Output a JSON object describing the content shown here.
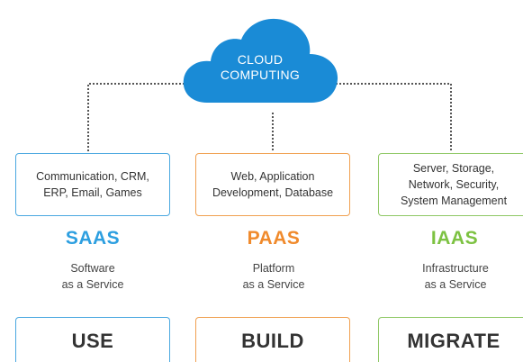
{
  "cloud": {
    "line1": "CLOUD",
    "line2": "COMPUTING",
    "color": "#1a8bd6"
  },
  "connector_color": "#555555",
  "columns": [
    {
      "id": "saas",
      "accent": "#2d9fe0",
      "border": "#4aa8e0",
      "description": [
        "Communication, CRM,",
        "ERP, Email, Games"
      ],
      "label": "SAAS",
      "subtitle": [
        "Software",
        "as a Service"
      ],
      "action": "USE"
    },
    {
      "id": "paas",
      "accent": "#f08a2c",
      "border": "#f0a050",
      "description": [
        "Web, Application",
        "Development, Database"
      ],
      "label": "PAAS",
      "subtitle": [
        "Platform",
        "as a Service"
      ],
      "action": "BUILD"
    },
    {
      "id": "iaas",
      "accent": "#7dc242",
      "border": "#8fc865",
      "description": [
        "Server, Storage,",
        "Network, Security,",
        "System Management"
      ],
      "label": "IAAS",
      "subtitle": [
        "Infrastructure",
        "as a Service"
      ],
      "action": "MIGRATE"
    }
  ]
}
